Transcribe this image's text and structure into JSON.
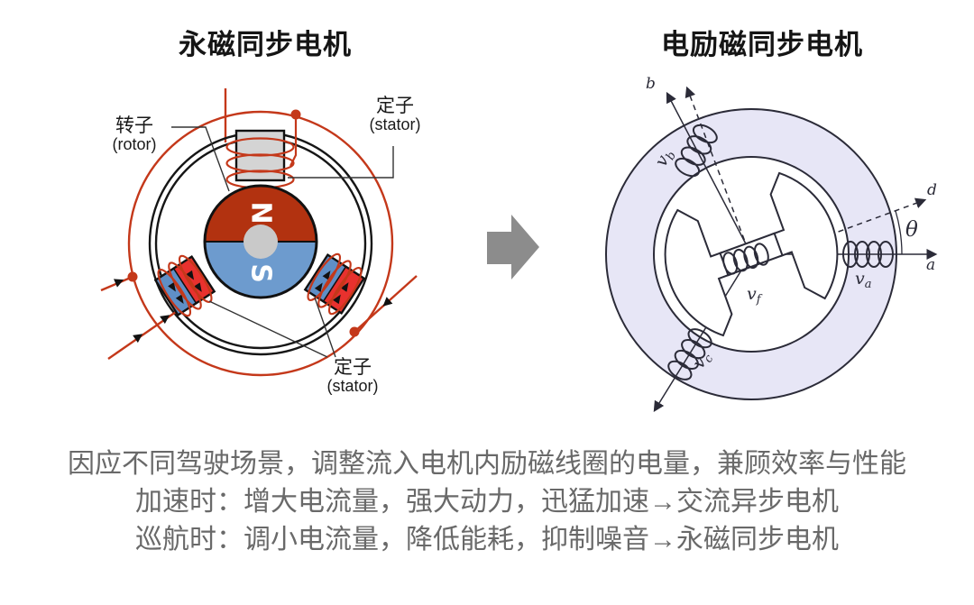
{
  "titles": {
    "left": "永磁同步电机",
    "right": "电励磁同步电机"
  },
  "left_motor": {
    "rotor_label": {
      "zh": "转子",
      "en": "(rotor)"
    },
    "stator_label_top": {
      "zh": "定子",
      "en": "(stator)"
    },
    "stator_label_bottom": {
      "zh": "定子",
      "en": "(stator)"
    },
    "pole_north": "N",
    "pole_south": "S"
  },
  "right_motor": {
    "axis_labels": {
      "a": "a",
      "b": "b",
      "d": "d",
      "theta": "θ"
    },
    "coil_labels": {
      "va": {
        "base": "v",
        "sub": "a"
      },
      "vb": {
        "base": "v",
        "sub": "b"
      },
      "vc": {
        "base": "v",
        "sub": "c"
      },
      "vf": {
        "base": "v",
        "sub": "f"
      }
    }
  },
  "caption": {
    "line1": "因应不同驾驶场景，调整流入电机内励磁线圈的电量，兼顾效率与性能",
    "line2": "加速时：增大电流量，强大动力，迅猛加速→交流异步电机",
    "line3": "巡航时：调小电流量，降低能耗，抑制噪音→永磁同步电机"
  },
  "colors": {
    "wire_red": "#c4381a",
    "rotor_red": "#b23210",
    "rotor_blue": "#6d9bce",
    "stator_red": "#e8312e",
    "stator_blue": "#5f8fc6",
    "ring_fill": "#e7e6f6",
    "diagram_ink": "#2b2b38",
    "arrow_gray": "#8c8c8c",
    "caption_gray": "#696969"
  }
}
